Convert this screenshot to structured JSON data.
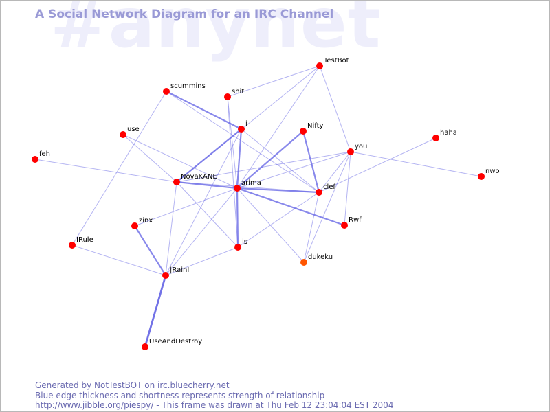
{
  "watermark": "#anynet",
  "title": "A Social Network Diagram for an IRC Channel",
  "footer": {
    "line1": "Generated by NotTestBOT on irc.bluecherry.net",
    "line2": "Blue edge thickness and shortness represents strength of relationship",
    "line3": "http://www.jibble.org/piespy/ - This frame was drawn at Thu Feb 12 23:04:04 EST 2004"
  },
  "colors": {
    "node": "#ff0000",
    "node_recent": "#ff5500",
    "edge": "#6a6ae6",
    "title": "#9a9ad6",
    "watermark": "#eeeefb"
  },
  "nodes": [
    {
      "id": "TestBot",
      "label": "TestBot"
    },
    {
      "id": "shit",
      "label": "shit"
    },
    {
      "id": "scummins",
      "label": "scummins"
    },
    {
      "id": "i",
      "label": "i"
    },
    {
      "id": "Nifty",
      "label": "Nifty"
    },
    {
      "id": "use",
      "label": "use"
    },
    {
      "id": "haha",
      "label": "haha"
    },
    {
      "id": "you",
      "label": "you"
    },
    {
      "id": "feh",
      "label": "feh"
    },
    {
      "id": "nwo",
      "label": "nwo"
    },
    {
      "id": "NovaKANE",
      "label": "NovaKANE"
    },
    {
      "id": "arima",
      "label": "arima"
    },
    {
      "id": "clef",
      "label": "clef"
    },
    {
      "id": "zinx",
      "label": "zinx"
    },
    {
      "id": "Rwf",
      "label": "Rwf"
    },
    {
      "id": "IRule",
      "label": "IRule"
    },
    {
      "id": "is",
      "label": "is"
    },
    {
      "id": "dukeku",
      "label": "dukeku",
      "recent": true
    },
    {
      "id": "IRainI",
      "label": "|RainI"
    },
    {
      "id": "UseAndDestroy",
      "label": "UseAndDestroy"
    }
  ],
  "edges": [
    {
      "from": "TestBot",
      "to": "shit",
      "w": 1
    },
    {
      "from": "TestBot",
      "to": "you",
      "w": 1
    },
    {
      "from": "TestBot",
      "to": "arima",
      "w": 1
    },
    {
      "from": "TestBot",
      "to": "NovaKANE",
      "w": 1
    },
    {
      "from": "scummins",
      "to": "i",
      "w": 2
    },
    {
      "from": "scummins",
      "to": "IRule",
      "w": 1
    },
    {
      "from": "scummins",
      "to": "clef",
      "w": 1
    },
    {
      "from": "shit",
      "to": "arima",
      "w": 1
    },
    {
      "from": "shit",
      "to": "is",
      "w": 1
    },
    {
      "from": "i",
      "to": "NovaKANE",
      "w": 2
    },
    {
      "from": "i",
      "to": "arima",
      "w": 2
    },
    {
      "from": "i",
      "to": "clef",
      "w": 1
    },
    {
      "from": "i",
      "to": "IRainI",
      "w": 1
    },
    {
      "from": "Nifty",
      "to": "arima",
      "w": 2
    },
    {
      "from": "Nifty",
      "to": "clef",
      "w": 2
    },
    {
      "from": "use",
      "to": "NovaKANE",
      "w": 1
    },
    {
      "from": "use",
      "to": "arima",
      "w": 1
    },
    {
      "from": "feh",
      "to": "NovaKANE",
      "w": 1
    },
    {
      "from": "haha",
      "to": "clef",
      "w": 1
    },
    {
      "from": "you",
      "to": "nwo",
      "w": 1
    },
    {
      "from": "you",
      "to": "clef",
      "w": 1
    },
    {
      "from": "you",
      "to": "Rwf",
      "w": 1
    },
    {
      "from": "you",
      "to": "arima",
      "w": 1
    },
    {
      "from": "you",
      "to": "NovaKANE",
      "w": 1
    },
    {
      "from": "you",
      "to": "dukeku",
      "w": 1
    },
    {
      "from": "NovaKANE",
      "to": "arima",
      "w": 2
    },
    {
      "from": "NovaKANE",
      "to": "is",
      "w": 1
    },
    {
      "from": "NovaKANE",
      "to": "IRainI",
      "w": 1
    },
    {
      "from": "NovaKANE",
      "to": "clef",
      "w": 1
    },
    {
      "from": "arima",
      "to": "clef",
      "w": 2
    },
    {
      "from": "arima",
      "to": "Rwf",
      "w": 2
    },
    {
      "from": "arima",
      "to": "zinx",
      "w": 1
    },
    {
      "from": "arima",
      "to": "is",
      "w": 2
    },
    {
      "from": "arima",
      "to": "dukeku",
      "w": 1
    },
    {
      "from": "arima",
      "to": "IRainI",
      "w": 1
    },
    {
      "from": "clef",
      "to": "dukeku",
      "w": 1
    },
    {
      "from": "clef",
      "to": "is",
      "w": 1
    },
    {
      "from": "zinx",
      "to": "IRainI",
      "w": 2
    },
    {
      "from": "IRule",
      "to": "IRainI",
      "w": 1
    },
    {
      "from": "is",
      "to": "IRainI",
      "w": 1
    },
    {
      "from": "IRainI",
      "to": "UseAndDestroy",
      "w": 3
    }
  ]
}
